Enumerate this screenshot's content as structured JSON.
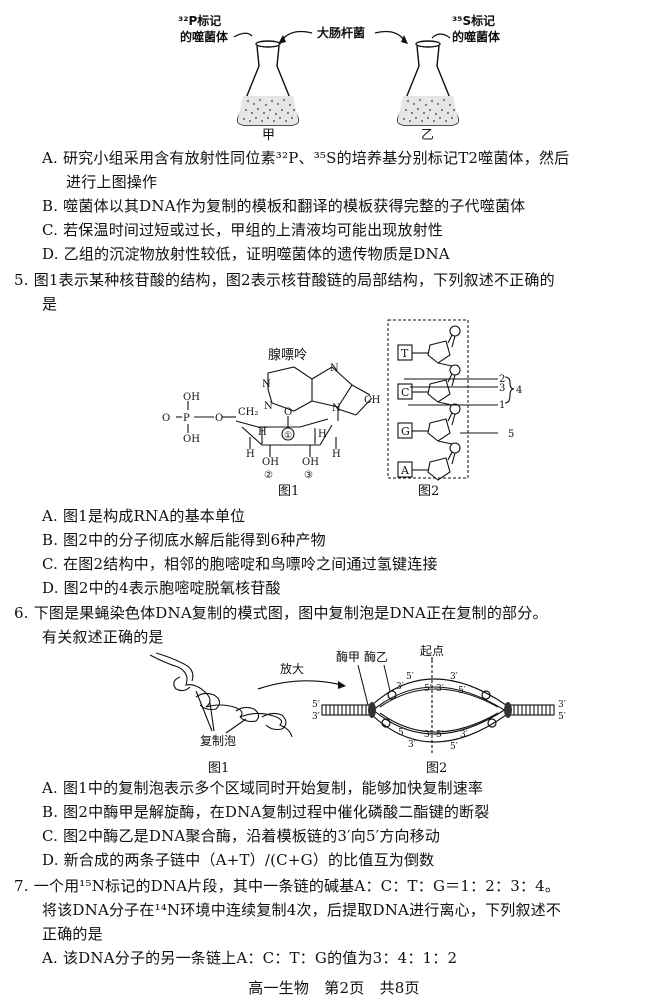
{
  "flask_figure": {
    "left_label_line1": "³²P标记",
    "left_label_line2": "的噬菌体",
    "center_label": "大肠杆菌",
    "right_label_line1": "³⁵S标记",
    "right_label_line2": "的噬菌体",
    "flask_left_caption": "甲",
    "flask_right_caption": "乙"
  },
  "q4_options": [
    {
      "letter": "A.",
      "text": "研究小组采用含有放射性同位素³²P、³⁵S的培养基分别标记T2噬菌体，然后"
    },
    {
      "letter": "",
      "text": "进行上图操作"
    },
    {
      "letter": "B.",
      "text": "噬菌体以其DNA作为复制的模板和翻译的模板获得完整的子代噬菌体"
    },
    {
      "letter": "C.",
      "text": "若保温时间过短或过长，甲组的上清液均可能出现放射性"
    },
    {
      "letter": "D.",
      "text": "乙组的沉淀物放射性较低，证明噬菌体的遗传物质是DNA"
    }
  ],
  "q5": {
    "number": "5.",
    "stem_line1": "图1表示某种核苷酸的结构，图2表示核苷酸链的局部结构，下列叙述不正确的",
    "stem_line2": "是",
    "fig1": {
      "title": "腺嘌呤",
      "caption": "图1",
      "labels": [
        "OH",
        "P",
        "O",
        "OH",
        "O",
        "CH₂",
        "N",
        "N",
        "N",
        "N",
        "CH",
        "O",
        "①",
        "H",
        "H",
        "H",
        "H",
        "OH",
        "OH",
        "②",
        "③"
      ]
    },
    "fig2": {
      "caption": "图2",
      "bases": [
        "T",
        "C",
        "G",
        "A"
      ],
      "labels": [
        "2",
        "3",
        "1",
        "4",
        "5"
      ]
    },
    "options": [
      {
        "letter": "A.",
        "text": "图1是构成RNA的基本单位"
      },
      {
        "letter": "B.",
        "text": "图2中的分子彻底水解后能得到6种产物"
      },
      {
        "letter": "C.",
        "text": "在图2结构中，相邻的胞嘧啶和鸟嘌呤之间通过氢键连接"
      },
      {
        "letter": "D.",
        "text": "图2中的4表示胞嘧啶脱氧核苷酸"
      }
    ]
  },
  "q6": {
    "number": "6.",
    "stem_line1": "下图是果蝇染色体DNA复制的模式图，图中复制泡是DNA正在复制的部分。",
    "stem_line2": "有关叙述正确的是",
    "fig1": {
      "label": "复制泡",
      "caption": "图1"
    },
    "arrow_label": "放大",
    "fig2": {
      "caption": "图2",
      "origin_label": "起点",
      "enzyme_a": "酶甲",
      "enzyme_b": "酶乙",
      "end_labels": [
        "5′",
        "3′",
        "3′",
        "5′",
        "5′",
        "3′",
        "3′",
        "5′",
        "5′",
        "3′",
        "3′",
        "5′",
        "5′",
        "3′",
        "3′",
        "5′"
      ]
    },
    "options": [
      {
        "letter": "A.",
        "text": "图1中的复制泡表示多个区域同时开始复制，能够加快复制速率"
      },
      {
        "letter": "B.",
        "text": "图2中酶甲是解旋酶，在DNA复制过程中催化磷酸二酯键的断裂"
      },
      {
        "letter": "C.",
        "text": "图2中酶乙是DNA聚合酶，沿着模板链的3′向5′方向移动"
      },
      {
        "letter": "D.",
        "text": "新合成的两条子链中（A+T）/(C+G）的比值互为倒数"
      }
    ]
  },
  "q7": {
    "number": "7.",
    "stem_line1": "一个用¹⁵N标记的DNA片段，其中一条链的碱基A：C：T：G＝1：2：3：4。",
    "stem_line2": "将该DNA分子在¹⁴N环境中连续复制4次，后提取DNA进行离心，下列叙述不",
    "stem_line3": "正确的是",
    "options": [
      {
        "letter": "A.",
        "text": "该DNA分子的另一条链上A：C：T：G的值为3：4：1：2"
      }
    ]
  },
  "footer": "高一生物　第2页　共8页"
}
